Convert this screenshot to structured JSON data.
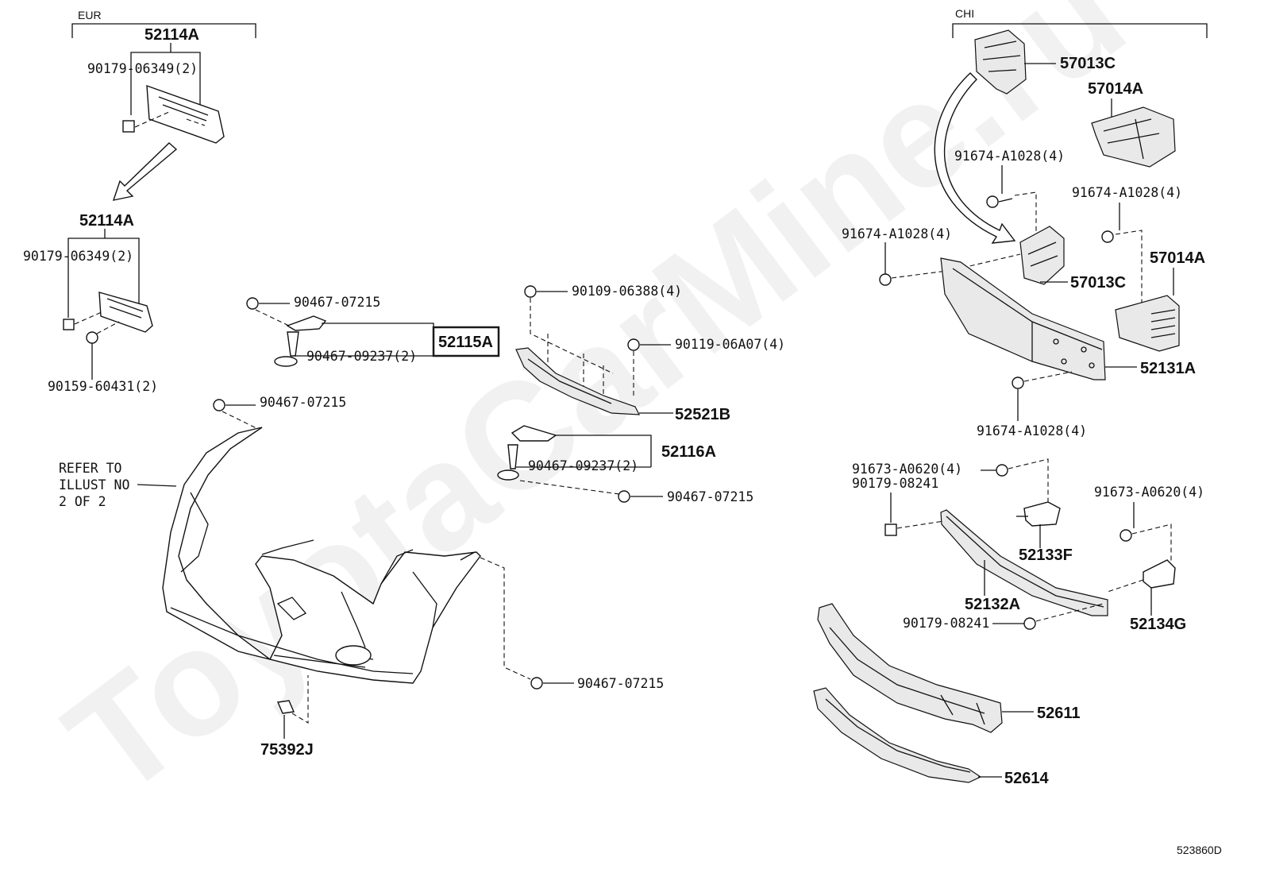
{
  "diagram_id": "523860D",
  "watermark": "ToyotaCarMine.ru",
  "groups": {
    "eur": "EUR",
    "chi": "CHI"
  },
  "labels": {
    "eur_52114A_top": "52114A",
    "eur_90179_top": "90179-06349(2)",
    "p52114A": "52114A",
    "p90179_06349": "90179-06349(2)",
    "p90159": "90159-60431(2)",
    "p90467_07215_a": "90467-07215",
    "p90467_09237_a": "90467-09237(2)",
    "p52115A": "52115A",
    "p90109": "90109-06388(4)",
    "p90119": "90119-06A07(4)",
    "p52521B": "52521B",
    "p52116A": "52116A",
    "p90467_09237_b": "90467-09237(2)",
    "p90467_07215_b": "90467-07215",
    "p90467_07215_c": "90467-07215",
    "p90467_07215_d": "90467-07215",
    "p75392J": "75392J",
    "refer1": "REFER TO",
    "refer2": "ILLUST NO",
    "refer3": "2 OF 2",
    "p57013C_top": "57013C",
    "p57014A_top": "57014A",
    "p91674_a": "91674-A1028(4)",
    "p91674_b": "91674-A1028(4)",
    "p91674_c": "91674-A1028(4)",
    "p91674_d": "91674-A1028(4)",
    "p57014A": "57014A",
    "p57013C": "57013C",
    "p52131A": "52131A",
    "p91673_a": "91673-A0620(4)",
    "p90179_08241_a": "90179-08241",
    "p91673_b": "91673-A0620(4)",
    "p52133F": "52133F",
    "p52132A": "52132A",
    "p90179_08241_b": "90179-08241",
    "p52134G": "52134G",
    "p52611": "52611",
    "p52614": "52614"
  },
  "highlighted_part": "52115A"
}
